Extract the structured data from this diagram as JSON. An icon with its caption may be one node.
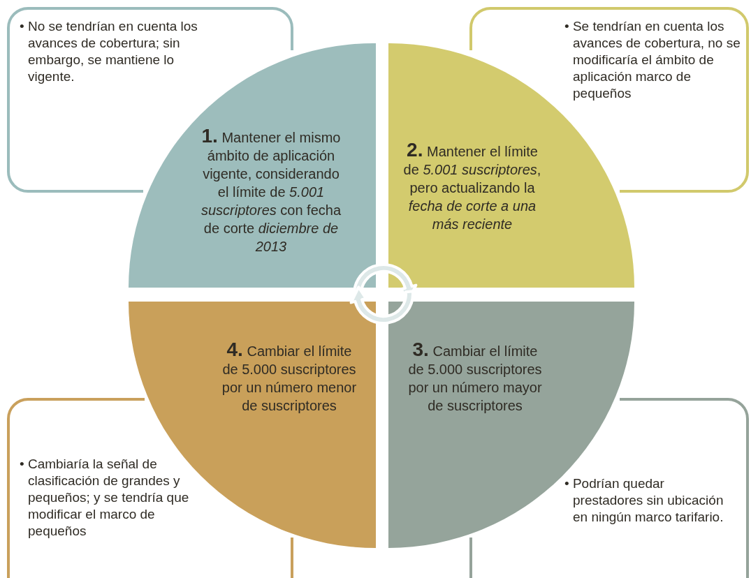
{
  "diagram": {
    "nodes": [
      {
        "text": [
          "• No se tendrían en cuenta los avances de cobertura; sin embargo, se mantiene lo vigente."
        ]
      },
      {
        "text": [
          "**1.** Mantener el mismo ámbito de aplicación vigente, considerando el límite de *5.001 suscriptores* con fecha de corte *diciembre de 2013*"
        ]
      },
      {
        "text": [
          "• Se tendrían en cuenta los avances de cobertura, no se modificaría el ámbito de aplicación marco de pequeños"
        ]
      },
      {
        "text": [
          "**2.** Mantener el límite de *5.001 suscriptores*, pero actualizando la *fecha de corte a una más reciente*"
        ]
      },
      {
        "text": [
          "**4.** Cambiar el límite de 5.000 suscriptores por un número menor de suscriptores"
        ]
      },
      {
        "text": [
          "**3.** Cambiar el límite de 5.000 suscriptores por un número mayor de suscriptores"
        ]
      },
      {
        "text": [
          "• Cambiaría la señal de clasificación de grandes y pequeños; y se tendría que modificar el marco de pequeños"
        ]
      },
      {
        "text": [
          "• Podrían quedar prestadores sin ubicación en ningún marco tarifario."
        ]
      }
    ]
  }
}
